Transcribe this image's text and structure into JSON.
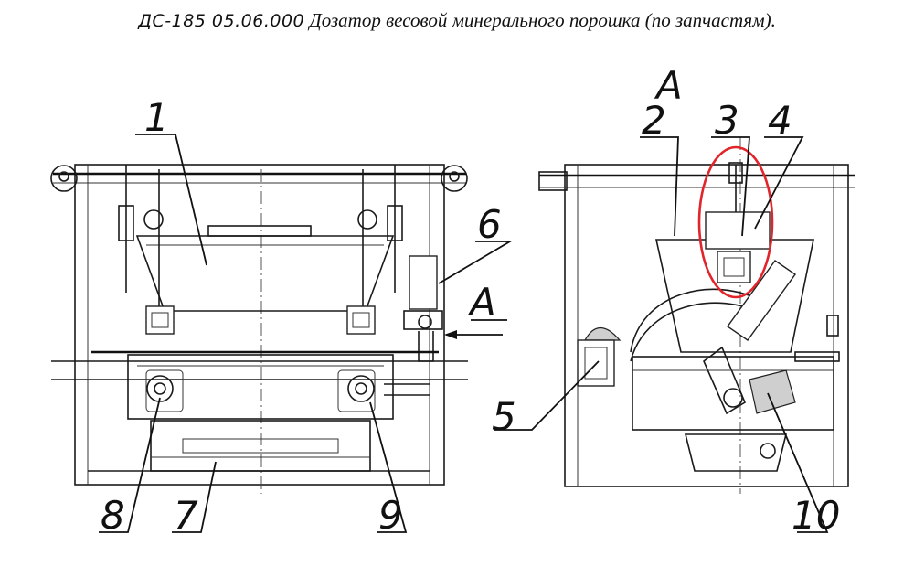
{
  "title": {
    "code": "ДС-185  05.06.000",
    "text": "Дозатор весовой минерального порошка  (по запчастям)."
  },
  "view_label": "А",
  "arrow_label": "А",
  "callouts": {
    "c1": "1",
    "c2": "2",
    "c3": "3",
    "c4": "4",
    "c5": "5",
    "c6": "6",
    "c7": "7",
    "c8": "8",
    "c9": "9",
    "c10": "10"
  },
  "colors": {
    "highlight_ellipse": "#e0252b",
    "line": "#1a1a1a"
  }
}
